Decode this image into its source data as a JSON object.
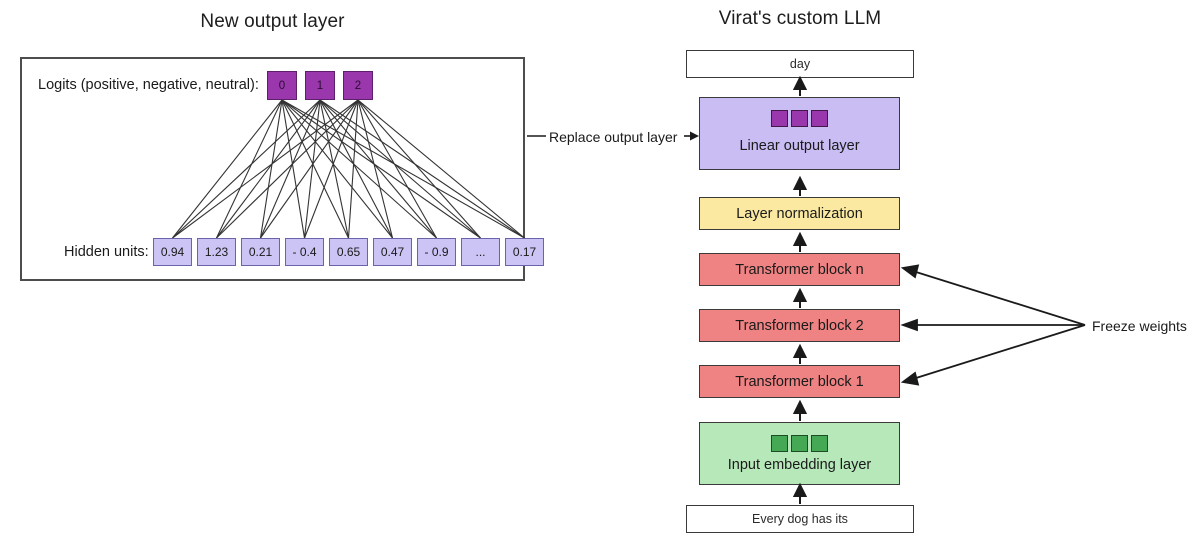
{
  "panels": {
    "left_title": "New output layer",
    "right_title": "Virat's custom LLM"
  },
  "left_panel": {
    "logits_label": "Logits (positive, negative, neutral):",
    "hidden_label": "Hidden units:",
    "logits": [
      "0",
      "1",
      "2"
    ],
    "hidden_units": [
      "0.94",
      "1.23",
      "0.21",
      "- 0.4",
      "0.65",
      "0.47",
      "- 0.9",
      "...",
      "0.17"
    ]
  },
  "annotations": {
    "replace_output_layer": "Replace output layer",
    "freeze_weights": "Freeze weights"
  },
  "right_panel": {
    "output_text": "day",
    "input_text": "Every dog has its",
    "layers": [
      {
        "id": "linear-output-layer",
        "label": "Linear output layer",
        "chips": 3,
        "chip_color": "#9a37ad",
        "fill": "#c9bdf4"
      },
      {
        "id": "layer-normalization",
        "label": "Layer normalization",
        "fill": "#fbe9a2"
      },
      {
        "id": "transformer-block-n",
        "label": "Transformer block n",
        "fill": "#ef8282"
      },
      {
        "id": "transformer-block-2",
        "label": "Transformer block 2",
        "fill": "#ef8282"
      },
      {
        "id": "transformer-block-1",
        "label": "Transformer block 1",
        "fill": "#ef8282"
      },
      {
        "id": "input-embedding-layer",
        "label": "Input embedding layer",
        "chips": 3,
        "chip_color": "#45a855",
        "fill": "#b7e8ba"
      }
    ]
  },
  "colors": {
    "logit_box": "#9a37ad",
    "hidden_box": "#ccc4f4",
    "linear_layer": "#c9bdf4",
    "layer_norm": "#fbe9a2",
    "transformer_block": "#ef8282",
    "embedding_layer": "#b7e8ba",
    "stroke": "#3a3a3a",
    "panel_border": "#4d4d4d"
  }
}
